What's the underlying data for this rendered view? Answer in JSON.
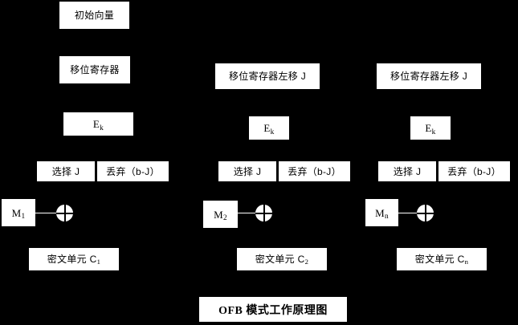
{
  "diagram": {
    "title": "OFB 模式工作原理图",
    "background_color": "#000000",
    "box_color": "#ffffff",
    "text_color": "#000000",
    "columns": [
      {
        "id": "stage-1",
        "init_vector": "初始向量",
        "shift_register": "移位寄存器",
        "encrypt": "E",
        "encrypt_sub": "k",
        "select": "选择 J",
        "discard": "丢弃（b-J）",
        "plaintext": "M",
        "plaintext_sub": "1",
        "xor": "xor-operator",
        "ciphertext": "密文单元 C",
        "ciphertext_sub": "1"
      },
      {
        "id": "stage-2",
        "shift_register": "移位寄存器左移 J",
        "encrypt": "E",
        "encrypt_sub": "k",
        "select": "选择 J",
        "discard": "丢弃（b-J）",
        "plaintext": "M",
        "plaintext_sub": "2",
        "xor": "xor-operator",
        "ciphertext": "密文单元 C",
        "ciphertext_sub": "2"
      },
      {
        "id": "stage-n",
        "shift_register": "移位寄存器左移 J",
        "encrypt": "E",
        "encrypt_sub": "k",
        "select": "选择 J",
        "discard": "丢弃（b-J）",
        "plaintext": "M",
        "plaintext_sub": "n",
        "xor": "xor-operator",
        "ciphertext": "密文单元 C",
        "ciphertext_sub": "n"
      }
    ]
  }
}
